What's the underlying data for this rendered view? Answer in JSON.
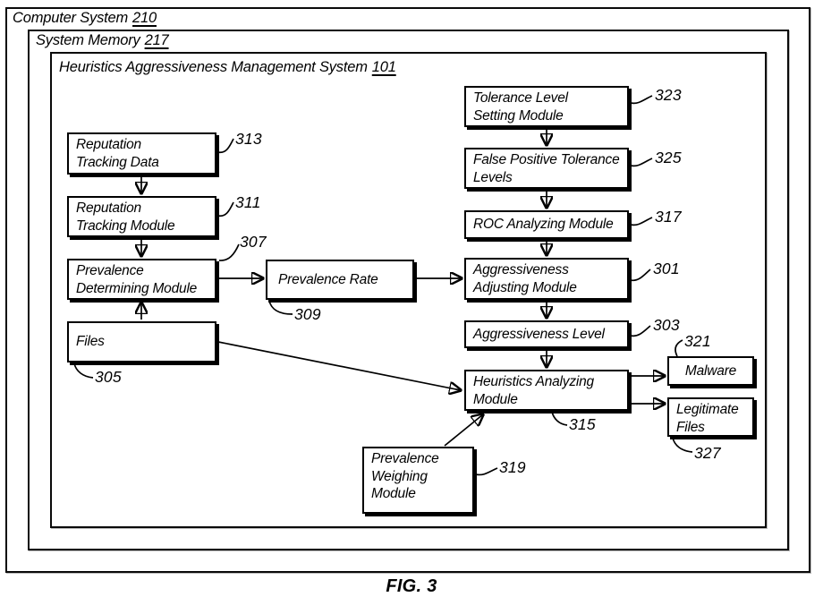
{
  "figure": {
    "caption": "FIG. 3"
  },
  "frames": {
    "computer_system": {
      "label": "Computer System",
      "ref": "210"
    },
    "system_memory": {
      "label": "System Memory",
      "ref": "217"
    },
    "hams": {
      "label": "Heuristics Aggressiveness Management System",
      "ref": "101"
    }
  },
  "boxes": {
    "reputation_tracking_data": {
      "lines": [
        "Reputation",
        "Tracking Data"
      ],
      "ref": "313"
    },
    "reputation_tracking_module": {
      "lines": [
        "Reputation",
        "Tracking Module"
      ],
      "ref": "311"
    },
    "prevalence_determining_module": {
      "lines": [
        "Prevalence",
        "Determining Module"
      ],
      "ref": "307"
    },
    "files": {
      "lines": [
        "Files"
      ],
      "ref": "305"
    },
    "prevalence_rate": {
      "lines": [
        "Prevalence Rate"
      ],
      "ref": "309"
    },
    "tolerance_level_setting_module": {
      "lines": [
        "Tolerance Level",
        "Setting Module"
      ],
      "ref": "323"
    },
    "false_positive_tolerance_levels": {
      "lines": [
        "False Positive Tolerance",
        "Levels"
      ],
      "ref": "325"
    },
    "roc_analyzing_module": {
      "lines": [
        "ROC Analyzing Module"
      ],
      "ref": "317"
    },
    "aggressiveness_adjusting_module": {
      "lines": [
        "Aggressiveness",
        "Adjusting Module"
      ],
      "ref": "301"
    },
    "aggressiveness_level": {
      "lines": [
        "Aggressiveness Level"
      ],
      "ref": "303"
    },
    "heuristics_analyzing_module": {
      "lines": [
        "Heuristics Analyzing",
        "Module"
      ],
      "ref": "315"
    },
    "malware": {
      "lines": [
        "Malware"
      ],
      "ref": "321"
    },
    "legitimate_files": {
      "lines": [
        "Legitimate",
        "Files"
      ],
      "ref": "327"
    },
    "prevalence_weighing_module": {
      "lines": [
        "Prevalence",
        "Weighing",
        "Module"
      ],
      "ref": "319"
    }
  },
  "colors": {
    "ink": "#000000",
    "paper": "#ffffff"
  }
}
